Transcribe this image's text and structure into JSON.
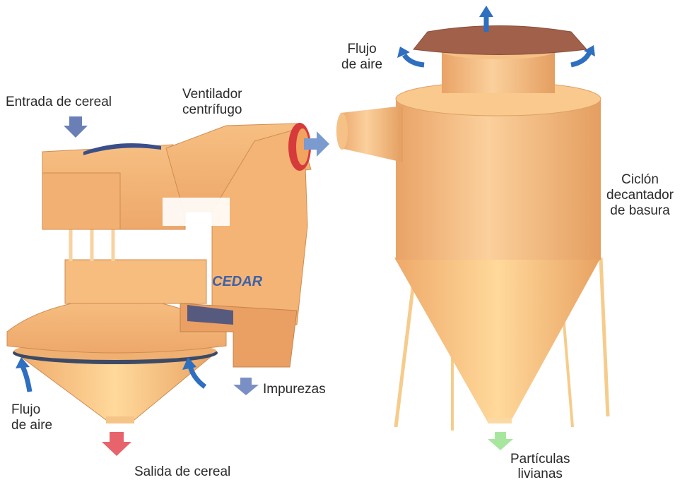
{
  "labels": {
    "entrada_cereal": "Entrada de cereal",
    "ventilador": [
      "Ventilador",
      "centrífugo"
    ],
    "flujo_aire_top": [
      "Flujo",
      "de aire"
    ],
    "ciclon": [
      "Ciclón",
      "decantador",
      "de basura"
    ],
    "impurezas": "Impurezas",
    "flujo_aire_bottom": [
      "Flujo",
      "de aire"
    ],
    "salida_cereal": "Salida de cereal",
    "particulas": [
      "Partículas",
      "livianas"
    ]
  },
  "brand_text": "CEDAR",
  "colors": {
    "machine_body": "#f4b574",
    "machine_shadow": "#d99a5c",
    "machine_light": "#fbd09c",
    "air_arrow": "#2f6fc0",
    "flow_arrow": "#6a7fb5",
    "exit_arrow": "#e8646c",
    "particle_arrow": "#a8e6a0",
    "inlet_red": "#d63a3a",
    "lid_dark": "#a0604a"
  },
  "icons": [
    "arrow-down-icon",
    "curved-arrow-icon",
    "arrow-right-icon"
  ]
}
